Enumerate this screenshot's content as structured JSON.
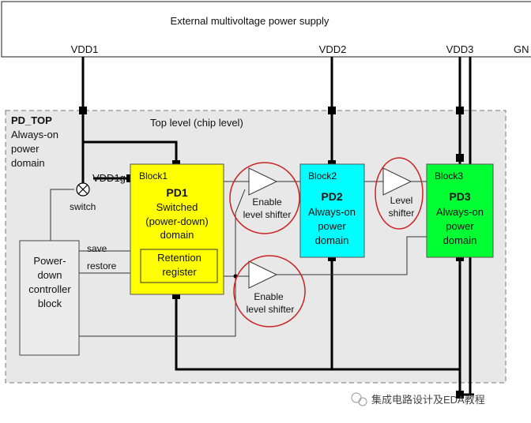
{
  "supply": {
    "title": "External multivoltage power supply",
    "vdd1": "VDD1",
    "vdd2": "VDD2",
    "vdd3": "VDD3",
    "gnd": "GN"
  },
  "pd_top": {
    "name": "PD_TOP",
    "desc": [
      "Always-on",
      "power",
      "domain"
    ],
    "level": "Top level (chip level)"
  },
  "switch": {
    "net": "VDD1g",
    "label": "switch"
  },
  "controller": {
    "lines": [
      "Power-",
      "down",
      "controller",
      "block"
    ],
    "save": "save",
    "restore": "restore"
  },
  "block1": {
    "tag": "Block1",
    "title": "PD1",
    "desc": [
      "Switched",
      "(power-down)",
      "domain"
    ],
    "color": "#ffff00",
    "retention": [
      "Retention",
      "register"
    ]
  },
  "block2": {
    "tag": "Block2",
    "title": "PD2",
    "desc": [
      "Always-on",
      "power",
      "domain"
    ],
    "color": "#00ffff"
  },
  "block3": {
    "tag": "Block3",
    "title": "PD3",
    "desc": [
      "Always-on",
      "power",
      "domain"
    ],
    "color": "#00ff33"
  },
  "shifters": {
    "enable_top": [
      "Enable",
      "level shifter"
    ],
    "level": [
      "Level",
      "shifter"
    ],
    "enable_bottom": [
      "Enable",
      "level shifter"
    ]
  },
  "watermark": "集成电路设计及EDA教程",
  "colors": {
    "highlight_ring": "#cc2222",
    "domain_bg": "#e8e8e8"
  }
}
